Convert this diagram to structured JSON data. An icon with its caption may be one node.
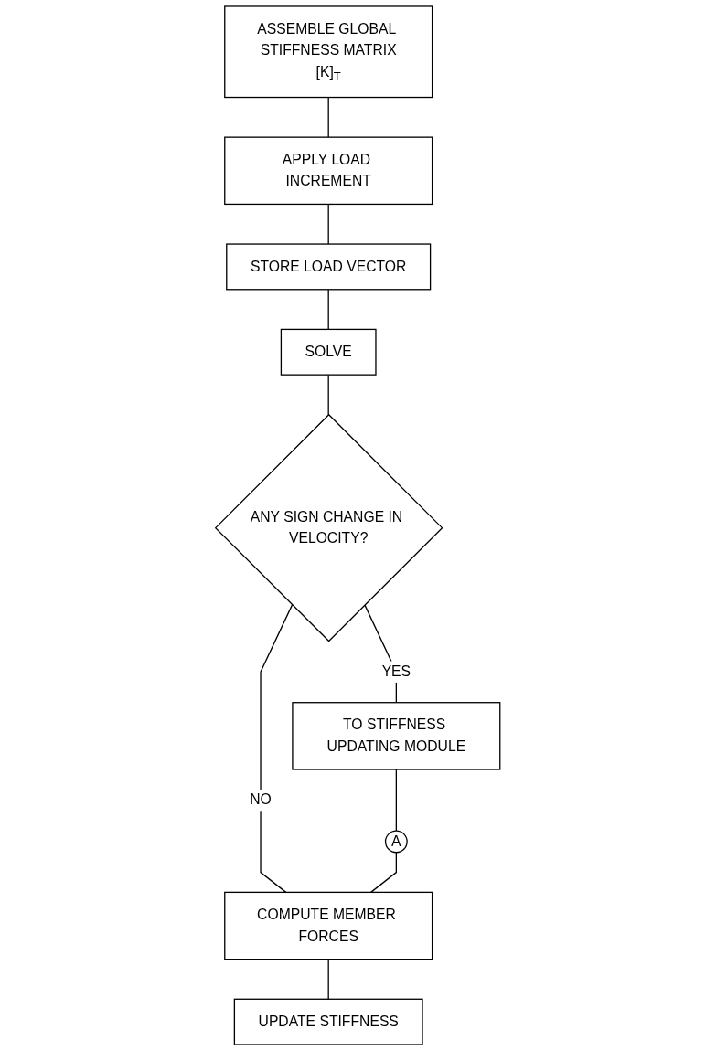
{
  "diagram": {
    "nodes": [
      {
        "text": [
          "ASSEMBLE GLOBAL STIFFNESS MATRIX",
          "[K]$_{T}$"
        ]
      },
      {
        "text": [
          "APPLY LOAD INCREMENT"
        ]
      },
      {
        "text": [
          "STORE LOAD VECTOR"
        ]
      },
      {
        "text": [
          "SOLVE"
        ]
      },
      {
        "text": [
          "ANY SIGN CHANGE IN VELOCITY?"
        ]
      },
      {
        "text": [
          "TO STIFFNESS UPDATING MODULE"
        ]
      },
      {
        "text": [
          "COMPUTE MEMBER FORCES"
        ]
      },
      {
        "text": [
          "A"
        ]
      },
      {
        "text": [
          "UPDATE STIFFNESS"
        ]
      }
    ],
    "edges": [
      {
        "from": 0,
        "to": 1,
        "arrow": "none"
      },
      {
        "from": 1,
        "to": 2,
        "arrow": "none"
      },
      {
        "from": 2,
        "to": 3,
        "arrow": "none"
      },
      {
        "from": 3,
        "to": 4,
        "arrow": "none"
      },
      {
        "from": 4,
        "to": 5,
        "arrow": "none",
        "label": "YES"
      },
      {
        "from": 4,
        "to": 6,
        "arrow": "none",
        "label": "NO"
      },
      {
        "from": 5,
        "to": 7,
        "arrow": "none"
      },
      {
        "from": 7,
        "to": 6,
        "arrow": "none"
      },
      {
        "from": 6,
        "to": 8,
        "arrow": "none"
      }
    ]
  }
}
